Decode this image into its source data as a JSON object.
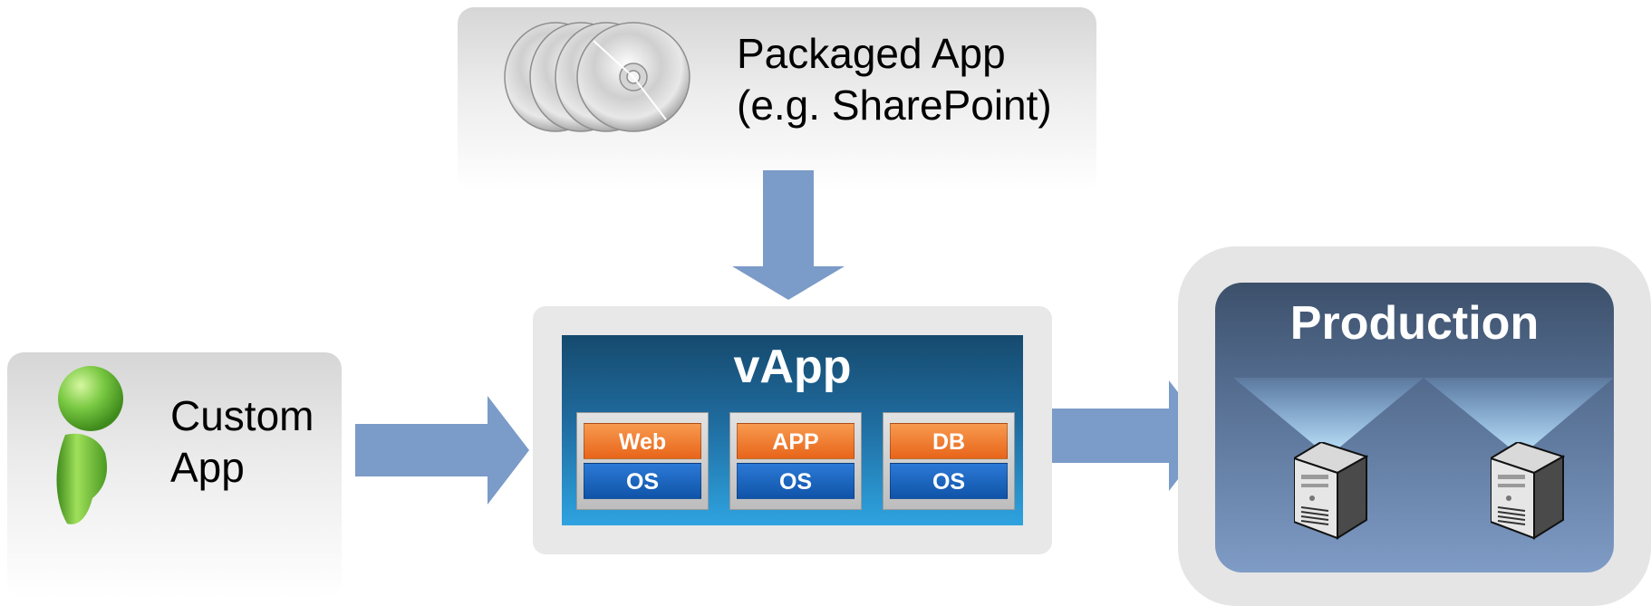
{
  "packaged_app": {
    "label": "Packaged App\n(e.g. SharePoint)",
    "icon": "cd-stack-icon"
  },
  "custom_app": {
    "label": "Custom\nApp",
    "icon": "person-icon"
  },
  "vapp": {
    "title": "vApp",
    "tiers": [
      {
        "app": "Web",
        "os": "OS"
      },
      {
        "app": "APP",
        "os": "OS"
      },
      {
        "app": "DB",
        "os": "OS"
      }
    ]
  },
  "production": {
    "title": "Production",
    "server_icon": "server-tower-icon"
  },
  "colors": {
    "arrow": "#7b9bc8",
    "app_layer": "#ee7a2f",
    "os_layer": "#1b63bd",
    "person": "#7ac943"
  }
}
